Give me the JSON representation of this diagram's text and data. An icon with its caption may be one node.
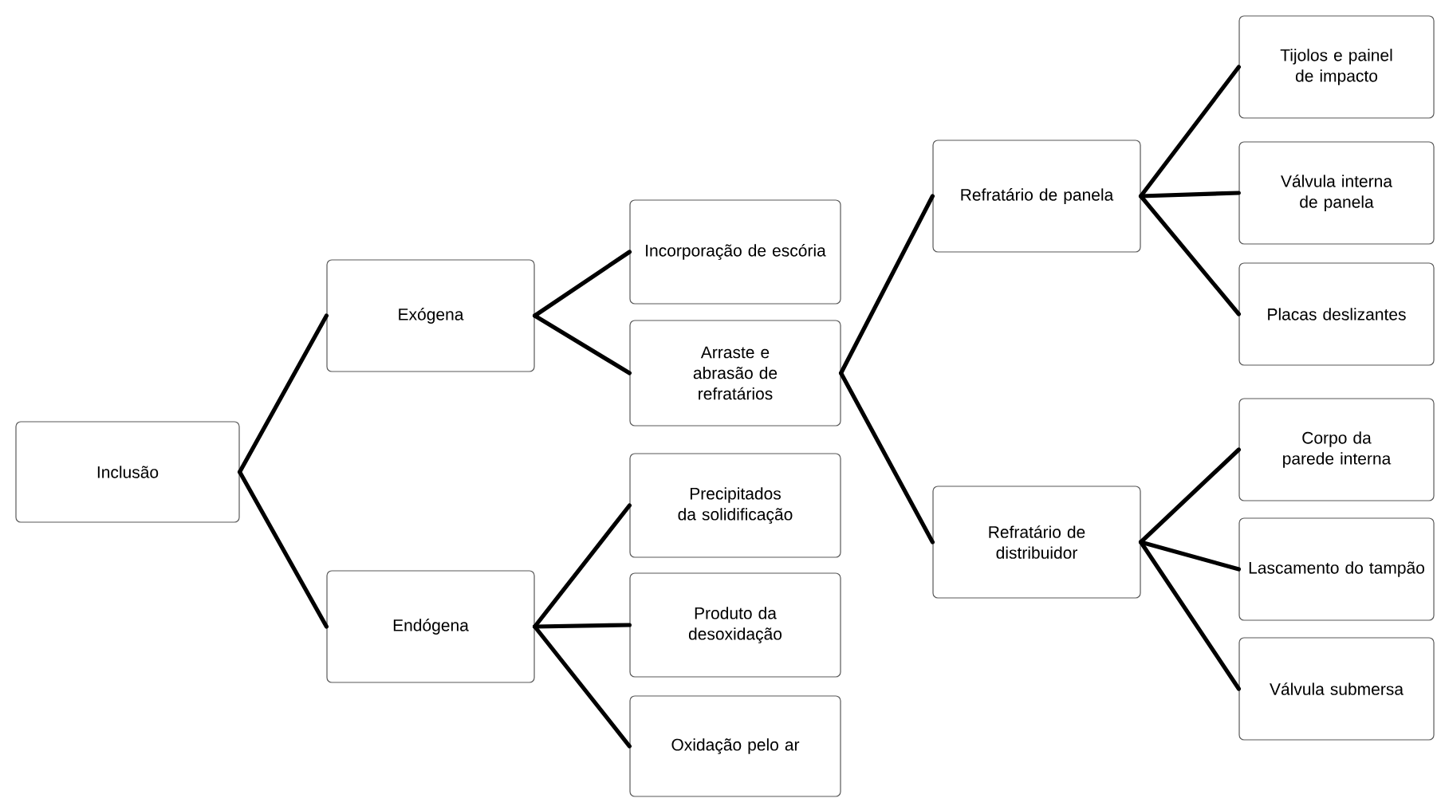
{
  "diagram": {
    "nodes": [
      {
        "text": [
          "Inclusão"
        ]
      },
      {
        "text": [
          "Exógena"
        ]
      },
      {
        "text": [
          "Endógena"
        ]
      },
      {
        "text": [
          "Incorporação de escória"
        ]
      },
      {
        "text": [
          "Arraste e abrasão de refratários"
        ]
      },
      {
        "text": [
          "Precipitados da solidificação"
        ]
      },
      {
        "text": [
          "Produto da desoxidação"
        ]
      },
      {
        "text": [
          "Oxidação pelo ar"
        ]
      },
      {
        "text": [
          "Refratário de panela"
        ]
      },
      {
        "text": [
          "Refratário de distribuidor"
        ]
      },
      {
        "text": [
          "Tijolos e painel de impacto"
        ]
      },
      {
        "text": [
          "Válvula interna de panela"
        ]
      },
      {
        "text": [
          "Placas deslizantes"
        ]
      },
      {
        "text": [
          "Corpo da parede interna"
        ]
      },
      {
        "text": [
          "Lascamento do tampão"
        ]
      },
      {
        "text": [
          "Válvula submersa"
        ]
      }
    ],
    "edges": [
      {
        "from": 0,
        "to": 1,
        "arrow": "none"
      },
      {
        "from": 0,
        "to": 2,
        "arrow": "none"
      },
      {
        "from": 1,
        "to": 3,
        "arrow": "none"
      },
      {
        "from": 1,
        "to": 4,
        "arrow": "none"
      },
      {
        "from": 2,
        "to": 5,
        "arrow": "none"
      },
      {
        "from": 2,
        "to": 6,
        "arrow": "none"
      },
      {
        "from": 2,
        "to": 7,
        "arrow": "none"
      },
      {
        "from": 4,
        "to": 8,
        "arrow": "none"
      },
      {
        "from": 4,
        "to": 9,
        "arrow": "none"
      },
      {
        "from": 8,
        "to": 10,
        "arrow": "none"
      },
      {
        "from": 8,
        "to": 11,
        "arrow": "none"
      },
      {
        "from": 8,
        "to": 12,
        "arrow": "none"
      },
      {
        "from": 9,
        "to": 13,
        "arrow": "none"
      },
      {
        "from": 9,
        "to": 14,
        "arrow": "none"
      },
      {
        "from": 9,
        "to": 15,
        "arrow": "none"
      }
    ]
  }
}
